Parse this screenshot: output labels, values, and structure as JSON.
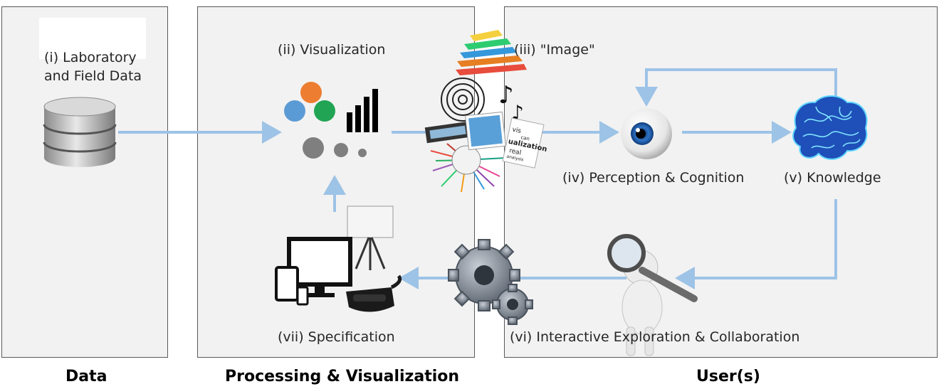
{
  "panels": {
    "data": {
      "caption": "Data"
    },
    "processing": {
      "caption": "Processing & Visualization"
    },
    "users": {
      "caption": "User(s)"
    }
  },
  "steps": {
    "lab_data": {
      "line1": "(i) Laboratory",
      "line2": "and Field Data",
      "icon": "database-icon"
    },
    "visualization": {
      "label": "(ii) Visualization",
      "icon": "chart-icon"
    },
    "image": {
      "label": "(iii) \"Image\"",
      "icon": "image-collage-icon"
    },
    "perception": {
      "label": "(iv) Perception & Cognition",
      "icon": "eye-icon"
    },
    "knowledge": {
      "label": "(v) Knowledge",
      "icon": "brain-icon"
    },
    "exploration": {
      "label": "(vi) Interactive Exploration & Collaboration",
      "icon": "magnifier-person-icon"
    },
    "specification": {
      "label": "(vii) Specification",
      "icon": "devices-icon"
    }
  },
  "colors": {
    "arrow": "#9dc3e6",
    "panel_bg": "#f2f2f2",
    "panel_border": "#595959",
    "dot_orange": "#ed7d31",
    "dot_blue": "#5b9bd5",
    "dot_green": "#21a453",
    "dot_gray": "#7f7f7f"
  }
}
